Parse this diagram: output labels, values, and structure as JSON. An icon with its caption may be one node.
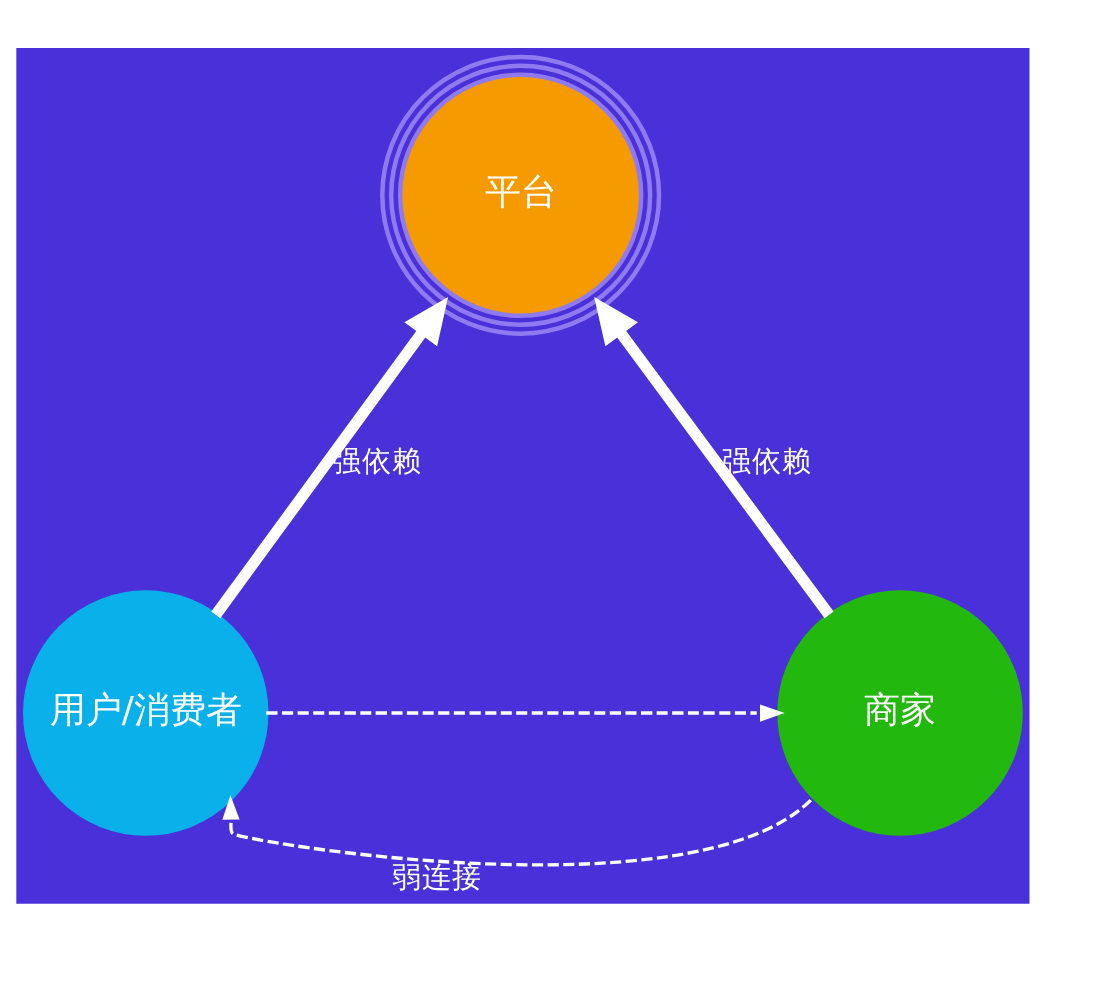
{
  "diagram": {
    "nodes": [
      {
        "text": [
          "平台"
        ]
      },
      {
        "text": [
          "用户/消费者"
        ]
      },
      {
        "text": [
          "商家"
        ]
      }
    ],
    "edges": [
      {
        "from": 1,
        "to": 0,
        "arrow": "to",
        "label": "强依赖",
        "style": "thick"
      },
      {
        "from": 2,
        "to": 0,
        "arrow": "to",
        "label": "强依赖",
        "style": "thick"
      },
      {
        "from": 1,
        "to": 2,
        "arrow": "to",
        "style": "dashed"
      },
      {
        "from": 2,
        "to": 1,
        "arrow": "to",
        "label": "弱连接",
        "style": "dashed"
      }
    ]
  }
}
